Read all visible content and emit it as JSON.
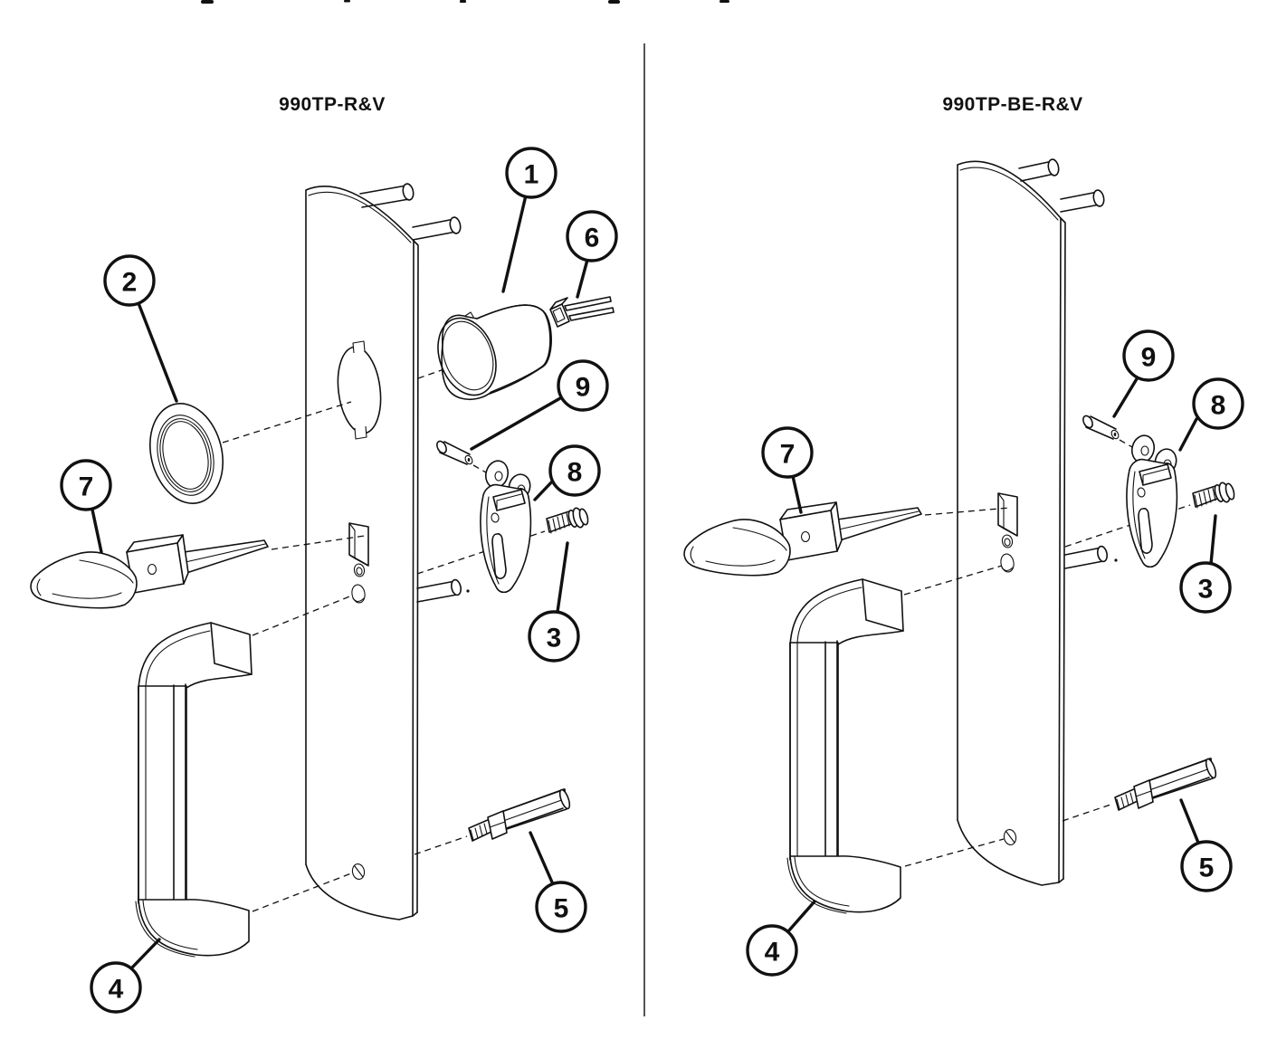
{
  "figure": {
    "background": "#ffffff",
    "stroke_color": "#111111",
    "divider_color": "#555555"
  },
  "diagrams": [
    {
      "title": "990TP-R&V",
      "callouts": [
        {
          "label": "1",
          "part": "cylinder-collar"
        },
        {
          "label": "2",
          "part": "trim-ring"
        },
        {
          "label": "3",
          "part": "clevis-screw"
        },
        {
          "label": "4",
          "part": "pull-handle"
        },
        {
          "label": "5",
          "part": "handle-stud"
        },
        {
          "label": "6",
          "part": "retainer-clip"
        },
        {
          "label": "7",
          "part": "thumbpiece"
        },
        {
          "label": "8",
          "part": "thumbpiece-clevis"
        },
        {
          "label": "9",
          "part": "clevis-pin"
        }
      ]
    },
    {
      "title": "990TP-BE-R&V",
      "callouts": [
        {
          "label": "3",
          "part": "clevis-screw"
        },
        {
          "label": "4",
          "part": "pull-handle"
        },
        {
          "label": "5",
          "part": "handle-stud"
        },
        {
          "label": "7",
          "part": "thumbpiece"
        },
        {
          "label": "8",
          "part": "thumbpiece-clevis"
        },
        {
          "label": "9",
          "part": "clevis-pin"
        }
      ]
    }
  ]
}
